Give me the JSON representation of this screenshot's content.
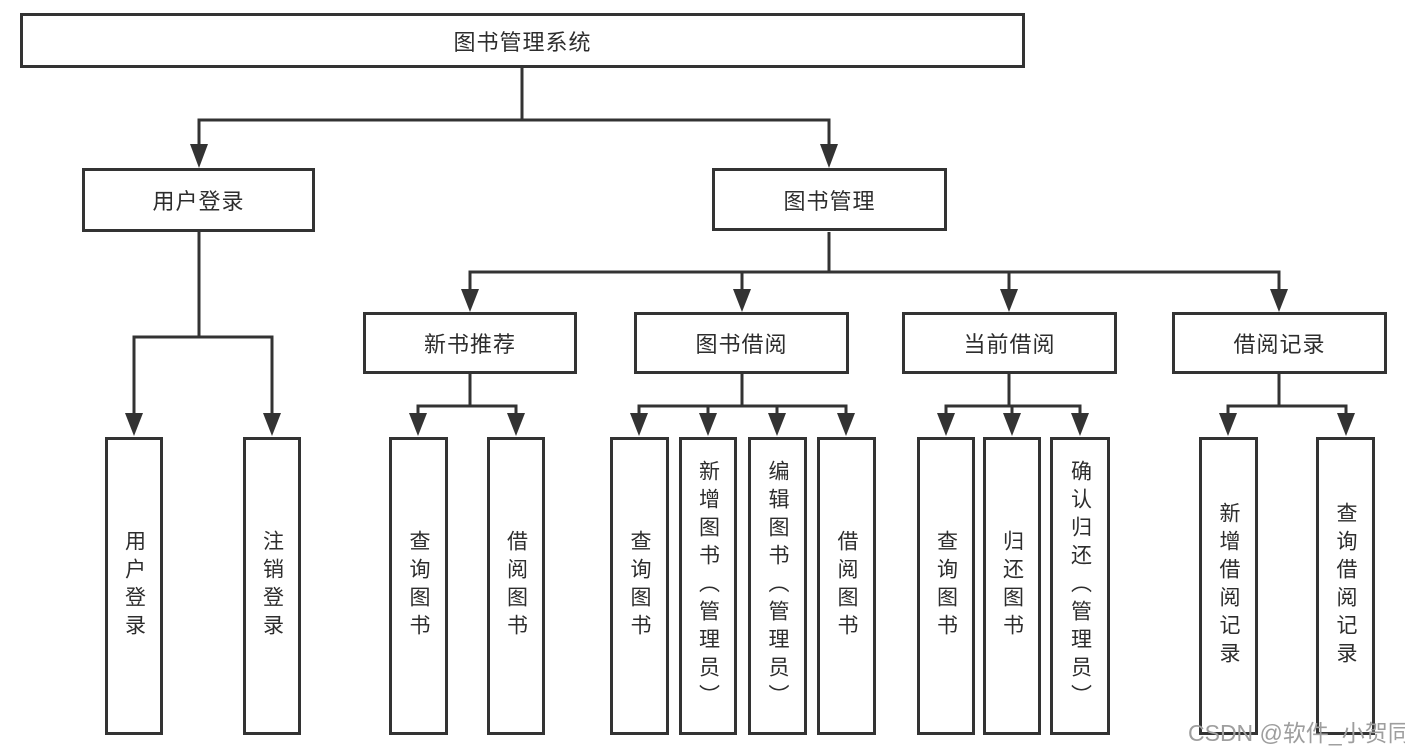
{
  "diagram": {
    "title": "图书管理系统",
    "tree": {
      "label": "图书管理系统",
      "children": [
        {
          "label": "用户登录",
          "children": [
            {
              "label": "用户登录"
            },
            {
              "label": "注销登录"
            }
          ]
        },
        {
          "label": "图书管理",
          "children": [
            {
              "label": "新书推荐",
              "children": [
                {
                  "label": "查询图书"
                },
                {
                  "label": "借阅图书"
                }
              ]
            },
            {
              "label": "图书借阅",
              "children": [
                {
                  "label": "查询图书"
                },
                {
                  "label": "新增图书（管理员）"
                },
                {
                  "label": "编辑图书（管理员）"
                },
                {
                  "label": "借阅图书"
                }
              ]
            },
            {
              "label": "当前借阅",
              "children": [
                {
                  "label": "查询图书"
                },
                {
                  "label": "归还图书"
                },
                {
                  "label": "确认归还（管理员）"
                }
              ]
            },
            {
              "label": "借阅记录",
              "children": [
                {
                  "label": "新增借阅记录"
                },
                {
                  "label": "查询借阅记录"
                }
              ]
            }
          ]
        }
      ]
    },
    "watermark": "CSDN @软件_小贺同学",
    "colors": {
      "line": "#333333",
      "box_border": "#333333",
      "text": "#2d2d2d",
      "watermark": "#9e9e9e",
      "background": "#ffffff"
    }
  }
}
